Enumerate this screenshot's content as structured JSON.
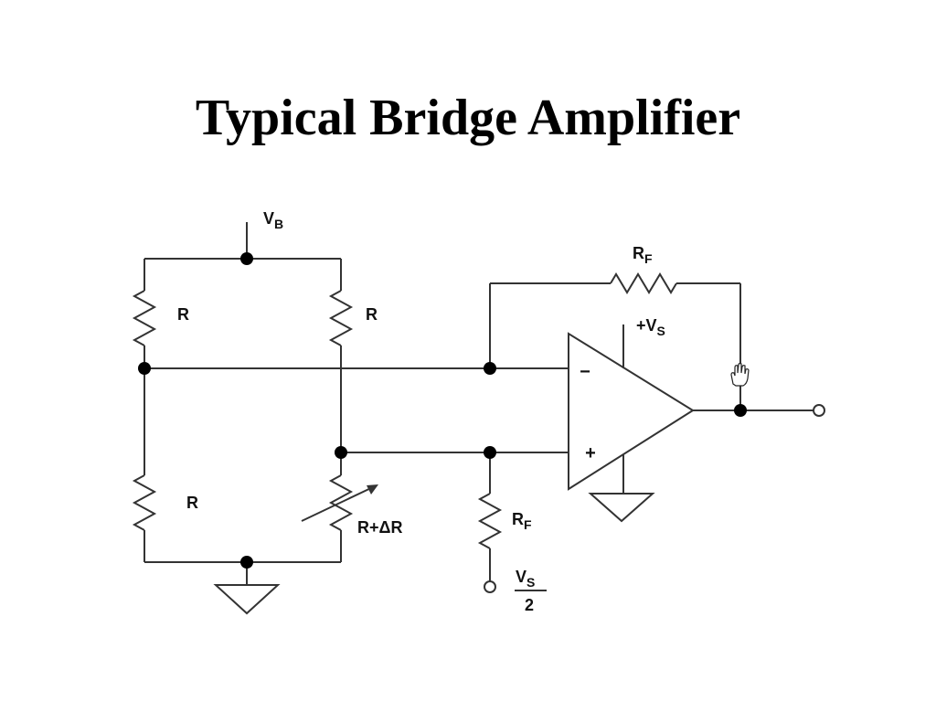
{
  "slide": {
    "title": "Typical Bridge Amplifier"
  },
  "circuit": {
    "vb": {
      "main": "V",
      "sub": "B"
    },
    "r_top_left": "R",
    "r_top_right": "R",
    "r_bottom_left": "R",
    "r_bottom_right": "R+ΔR",
    "rf_feedback": {
      "main": "R",
      "sub": "F"
    },
    "rf_bias": {
      "main": "R",
      "sub": "F"
    },
    "vs_supply": {
      "main": "+V",
      "sub": "S"
    },
    "vs_half": {
      "main": "V",
      "sub": "S",
      "denominator": "2"
    },
    "opamp": {
      "inverting": "−",
      "noninverting": "+"
    }
  }
}
